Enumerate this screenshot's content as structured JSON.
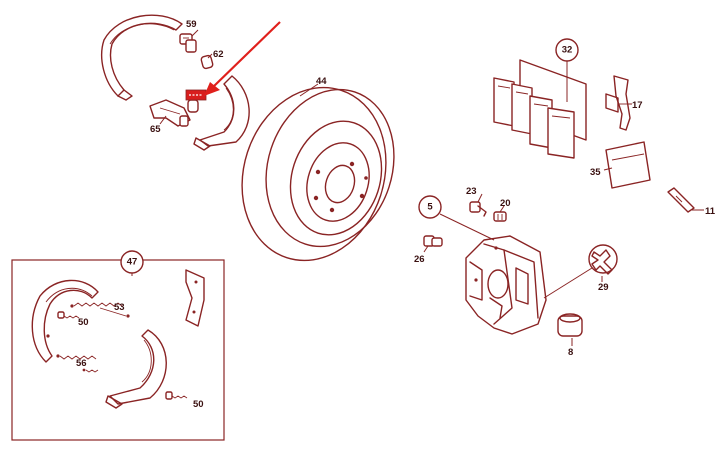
{
  "labels": {
    "p59": "59",
    "p62": "62",
    "p65": "65",
    "p44": "44",
    "p32": "32",
    "p17": "17",
    "p35": "35",
    "p11": "11",
    "p5": "5",
    "p23": "23",
    "p20": "20",
    "p26": "26",
    "p29": "29",
    "p8": "8",
    "p47": "47",
    "p53": "53",
    "p50a": "50",
    "p56": "56",
    "p50b": "50"
  },
  "colors": {
    "line": "#8a2424",
    "pointer_arrow": "#e0201c",
    "highlight_tag": "#d81e1e"
  }
}
